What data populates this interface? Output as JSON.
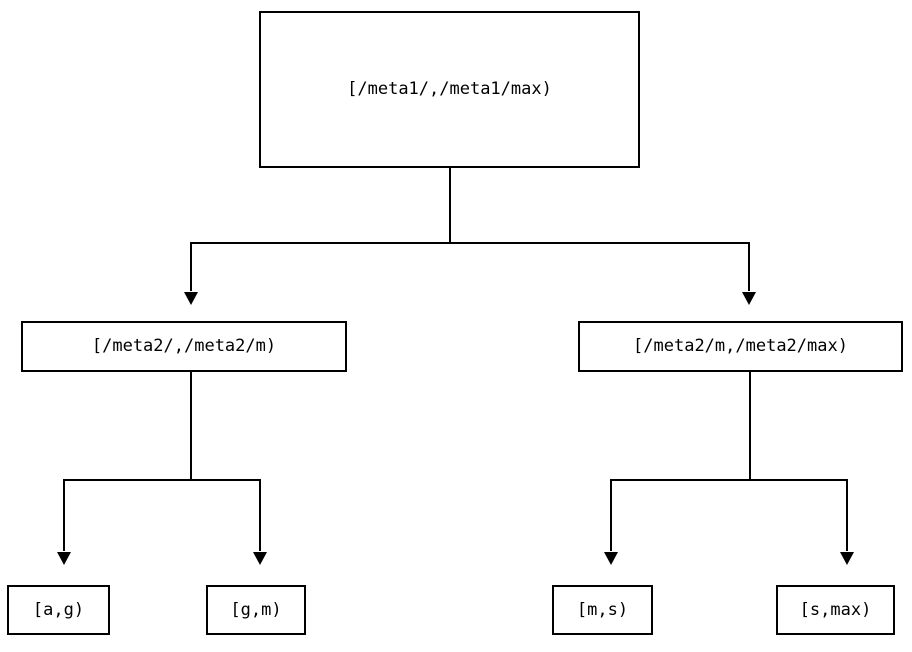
{
  "diagram": {
    "type": "binary-tree",
    "title": "",
    "background_color": "#ffffff",
    "stroke_color": "#000000",
    "text_color": "#000000",
    "nodes": {
      "root": {
        "label": "[/meta1/,/meta1/max)",
        "level": 0
      },
      "mid_left": {
        "label": "[/meta2/,/meta2/m)",
        "level": 1
      },
      "mid_right": {
        "label": "[/meta2/m,/meta2/max)",
        "level": 1
      },
      "leaf_0": {
        "label": "[a,g)",
        "level": 2
      },
      "leaf_1": {
        "label": "[g,m)",
        "level": 2
      },
      "leaf_2": {
        "label": "[m,s)",
        "level": 2
      },
      "leaf_3": {
        "label": "[s,max)",
        "level": 2
      }
    },
    "edges": [
      {
        "from": "root",
        "to": "mid_left",
        "arrow": "down-triangle"
      },
      {
        "from": "root",
        "to": "mid_right",
        "arrow": "down-triangle"
      },
      {
        "from": "mid_left",
        "to": "leaf_0",
        "arrow": "down-triangle"
      },
      {
        "from": "mid_left",
        "to": "leaf_1",
        "arrow": "down-triangle"
      },
      {
        "from": "mid_right",
        "to": "leaf_2",
        "arrow": "down-triangle"
      },
      {
        "from": "mid_right",
        "to": "leaf_3",
        "arrow": "down-triangle"
      }
    ]
  }
}
